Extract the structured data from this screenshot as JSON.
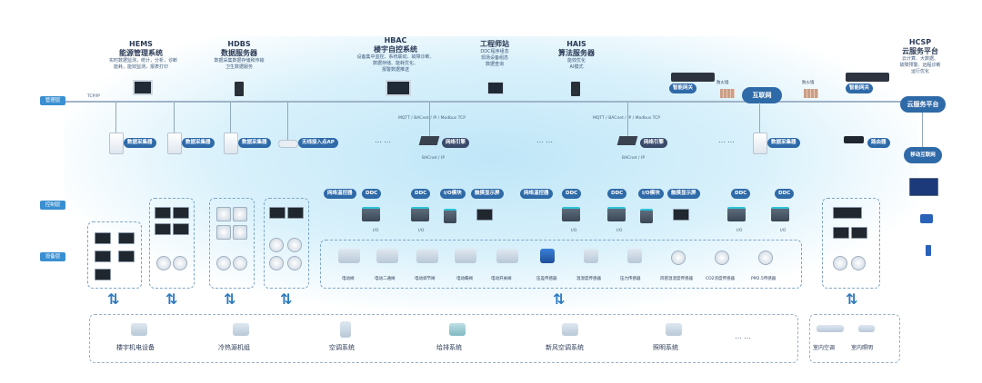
{
  "systems": [
    {
      "title1": "HEMS",
      "title2": "能源管理系统",
      "desc": [
        "实时数据监测，统计，分析，诊断",
        "能耗，能效监测，报表打印"
      ]
    },
    {
      "title1": "HDBS",
      "title2": "数据服务器",
      "desc": [
        "数据采集数据存储和传输",
        "卫生数据服务"
      ]
    },
    {
      "title1": "HBAC",
      "title2": "楼宇自控系统",
      "desc": [
        "设备集中监控、系统联动、故障诊断、",
        "数据存储、能耗优化、",
        "报警数据推送"
      ]
    },
    {
      "title1": "",
      "title2": "工程师站",
      "desc": [
        "DDC程序组态",
        "现场设备组态",
        "数据查询"
      ]
    },
    {
      "title1": "HAIS",
      "title2": "算法服务器",
      "desc": [
        "能效优化",
        "AI模式"
      ]
    },
    {
      "title1": "HCSP",
      "title2": "云服务平台",
      "desc": [
        "云计算、大数据、",
        "故障预警、远程诊断",
        "运行优化"
      ]
    }
  ],
  "layers": {
    "management": "管理层",
    "control": "控制层",
    "field": "设备层"
  },
  "bus": {
    "left_note": "TCP/IP",
    "mid1": "MQTT / BACnet / IP / Modbus TCP",
    "mid2": "MQTT / BACnet / IP / Modbus TCP",
    "bacnet1": "BACnet / IP",
    "bacnet2": "BACnet / IP"
  },
  "network": {
    "gateway1": "智能网关",
    "gateway2": "智能网关",
    "firewall1": "防火墙",
    "firewall2": "防火墙",
    "internet": "互联网",
    "cloud_service": "云服务平台",
    "mobile_net": "移动互联网",
    "router": "路由器",
    "edge1": "网络引擎",
    "edge2": "网络引擎"
  },
  "collectors": [
    "数据采集器",
    "数据采集器",
    "数据采集器",
    "无线接入点AP",
    "数据采集器"
  ],
  "controllers": {
    "left": [
      "网络温控器",
      "DDC",
      "DDC",
      "I/O模块",
      "触摸显示屏"
    ],
    "right": [
      "网络温控器",
      "DDC",
      "DDC",
      "I/O模块",
      "触摸显示屏"
    ],
    "far": [
      "DDC",
      "DDC"
    ]
  },
  "io_labels": [
    "I/O",
    "I/O",
    "I/O",
    "I/O",
    "I/O",
    "I/O"
  ],
  "field_devices": [
    "电动阀",
    "电动二通阀",
    "电动调节阀",
    "电动蝶阀",
    "电动开关阀",
    "压差传感器",
    "温湿度传感器",
    "压力传感器",
    "风管温湿度传感器",
    "CO2浓度传感器",
    "PM2.5传感器"
  ],
  "bottom": [
    "楼宇机电设备",
    "冷热源机组",
    "空调系统",
    "给排系统",
    "新风空调系统",
    "照明系统",
    "……",
    "室内空调",
    "室内照明"
  ],
  "ellipsis": "……"
}
